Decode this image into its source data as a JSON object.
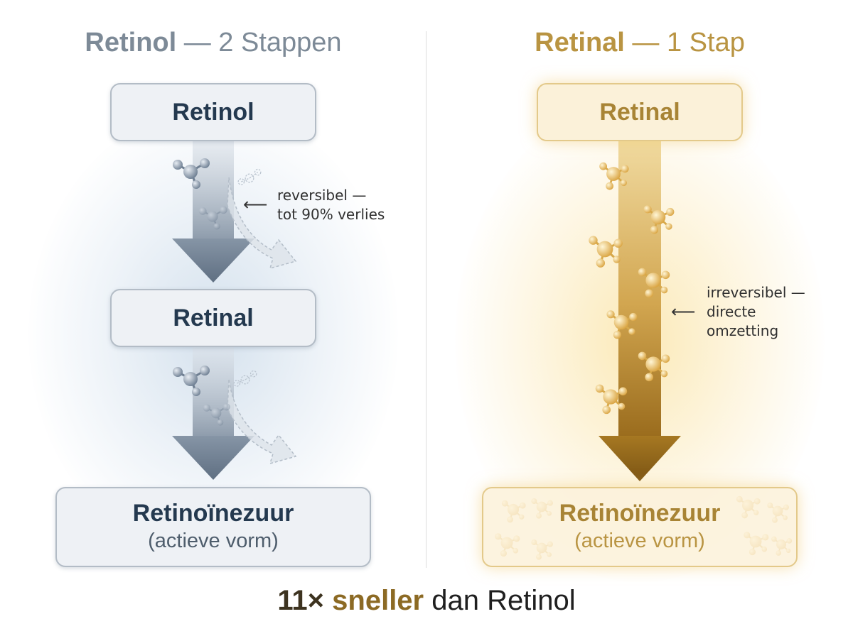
{
  "left": {
    "heading_bold": "Retinol",
    "heading_rest": " — 2 Stappen",
    "box1": "Retinol",
    "box2": "Retinal",
    "final_title": "Retinoïnezuur",
    "final_sub": "(actieve vorm)",
    "annotation_line1": "reversibel —",
    "annotation_line2": "tot 90% verlies"
  },
  "right": {
    "heading_bold": "Retinal",
    "heading_rest": " — 1 Stap",
    "box1": "Retinal",
    "final_title": "Retinoïnezuur",
    "final_sub": "(actieve vorm)",
    "annotation_line1": "irreversibel —",
    "annotation_line2": "directe",
    "annotation_line3": "omzetting"
  },
  "footer": {
    "multiplier": "11×",
    "fast": "sneller",
    "rest": "dan Retinol"
  },
  "colors": {
    "left_accent": "#7d8a97",
    "right_accent": "#b99442",
    "text_dark": "#24394f"
  },
  "icons": [
    "molecule-icon",
    "left-arrow-icon",
    "down-arrow-icon",
    "branch-arrow-icon"
  ]
}
